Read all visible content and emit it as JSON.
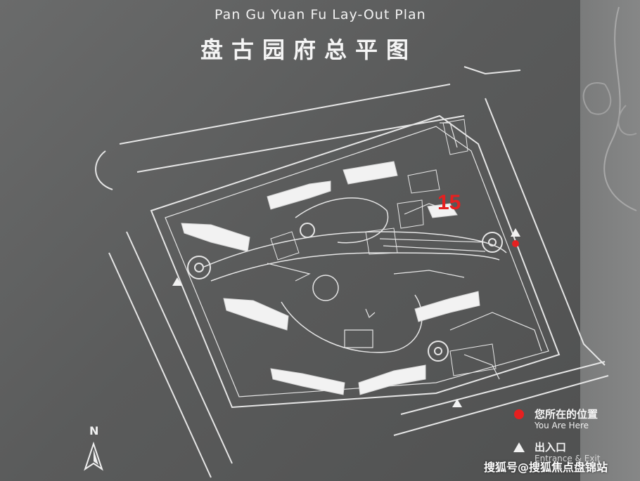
{
  "title": {
    "english": "Pan Gu Yuan Fu Lay-Out Plan",
    "chinese": "盘古园府总平图"
  },
  "marker": {
    "label": "15",
    "color": "#e62020"
  },
  "legend": {
    "you_are_here_cn": "您所在的位置",
    "you_are_here_en": "You Are Here",
    "entrance_cn": "出入口",
    "entrance_en": "Entrance & Exit"
  },
  "compass": {
    "label": "N"
  },
  "watermark": "搜狐号@搜狐焦点盘锦站",
  "colors": {
    "background": "#5b5c5c",
    "lines": "#e8e8e8",
    "buildings": "#f2f2f2",
    "you_are_here": "#e62020"
  }
}
